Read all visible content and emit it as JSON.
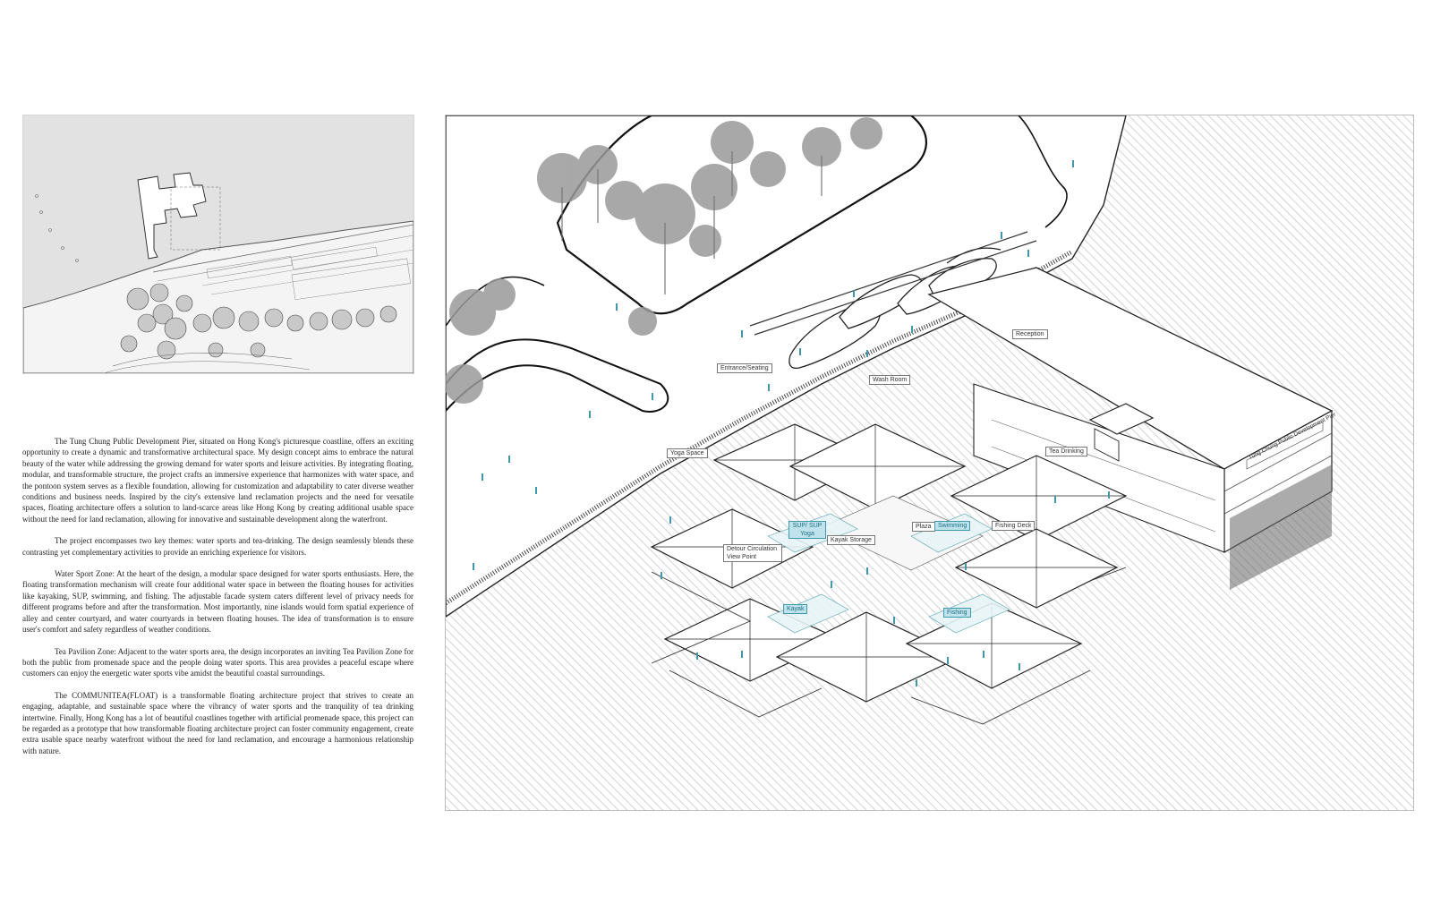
{
  "description": {
    "paragraphs": [
      "The Tung Chung Public Development Pier, situated on Hong Kong's picturesque coastline, offers an exciting opportunity to create a dynamic and transformative architectural space. My design concept aims to embrace the natural beauty of the water while addressing the growing demand for water sports and leisure activities. By integrating floating, modular, and transformable structure, the project crafts an immersive experience that harmonizes with water space, and the pontoon system serves as a flexible foundation, allowing for customization and adaptability to cater diverse weather conditions and business needs. Inspired by the city's extensive land reclamation projects and the need for versatile spaces, floating architecture offers a solution to land-scarce areas like Hong Kong by creating additional usable space without the need for land reclamation, allowing for innovative and sustainable development along the waterfront.",
      "The project encompasses two key themes: water sports and tea-drinking. The design seamlessly blends these contrasting yet complementary activities to provide an enriching experience for visitors.",
      "Water Sport Zone: At the heart of the design, a modular space designed for water sports enthusiasts. Here, the floating transformation mechanism will create four additional water space in between the floating houses for activities like kayaking, SUP, swimming, and fishing. The adjustable facade system caters different level of privacy needs for different programs before and after the transformation. Most importantly, nine islands would form spatial experience of alley and center courtyard, and water courtyards in between floating houses. The idea of transformation is to ensure user's comfort and safety regardless of weather conditions.",
      "Tea Pavilion Zone: Adjacent to the water sports area, the design incorporates an inviting Tea Pavilion Zone for both the public from promenade space and the people doing water sports. This area provides a peaceful escape where customers can enjoy the energetic water sports vibe amidst the beautiful coastal surroundings.",
      "The COMMUNITEA(FLOAT) is a transformable floating architecture project that strives to create an engaging, adaptable, and sustainable space where the vibrancy of water sports and the tranquility of tea drinking intertwine. Finally, Hong Kong has a lot of beautiful coastlines together with artificial promenade space, this project can be regarded as a prototype that how transformable floating architecture project can foster community engagement, create extra usable space nearby waterfront without the need for land reclamation, and encourage a harmonious relationship with nature."
    ]
  },
  "axonometric": {
    "callouts": {
      "entrance": "Entrance/Seating",
      "reception": "Reception",
      "wash_room": "Wash Room",
      "yoga_space": "Yoga Space",
      "tea_drinking": "Tea Drinking",
      "plaza": "Plaza",
      "kayak_storage": "Kayak Storage",
      "fishing_deck": "Fishing Deck",
      "detour_circulation": "Detour Circulation View Point"
    },
    "water_zones": {
      "sup_yoga": "SUP/ SUP Yoga",
      "swimming": "Swimming",
      "kayak": "Kayak",
      "fishing": "Fishing"
    },
    "pier_sign": "Tung Chung Public Development Pier"
  },
  "colors": {
    "accent_teal": "#3f98ab",
    "water_fill": "#bfe3ec",
    "sea_hatch": "#d9d9d9",
    "site_plan_bg": "#e2e2e2",
    "line": "#333333"
  }
}
